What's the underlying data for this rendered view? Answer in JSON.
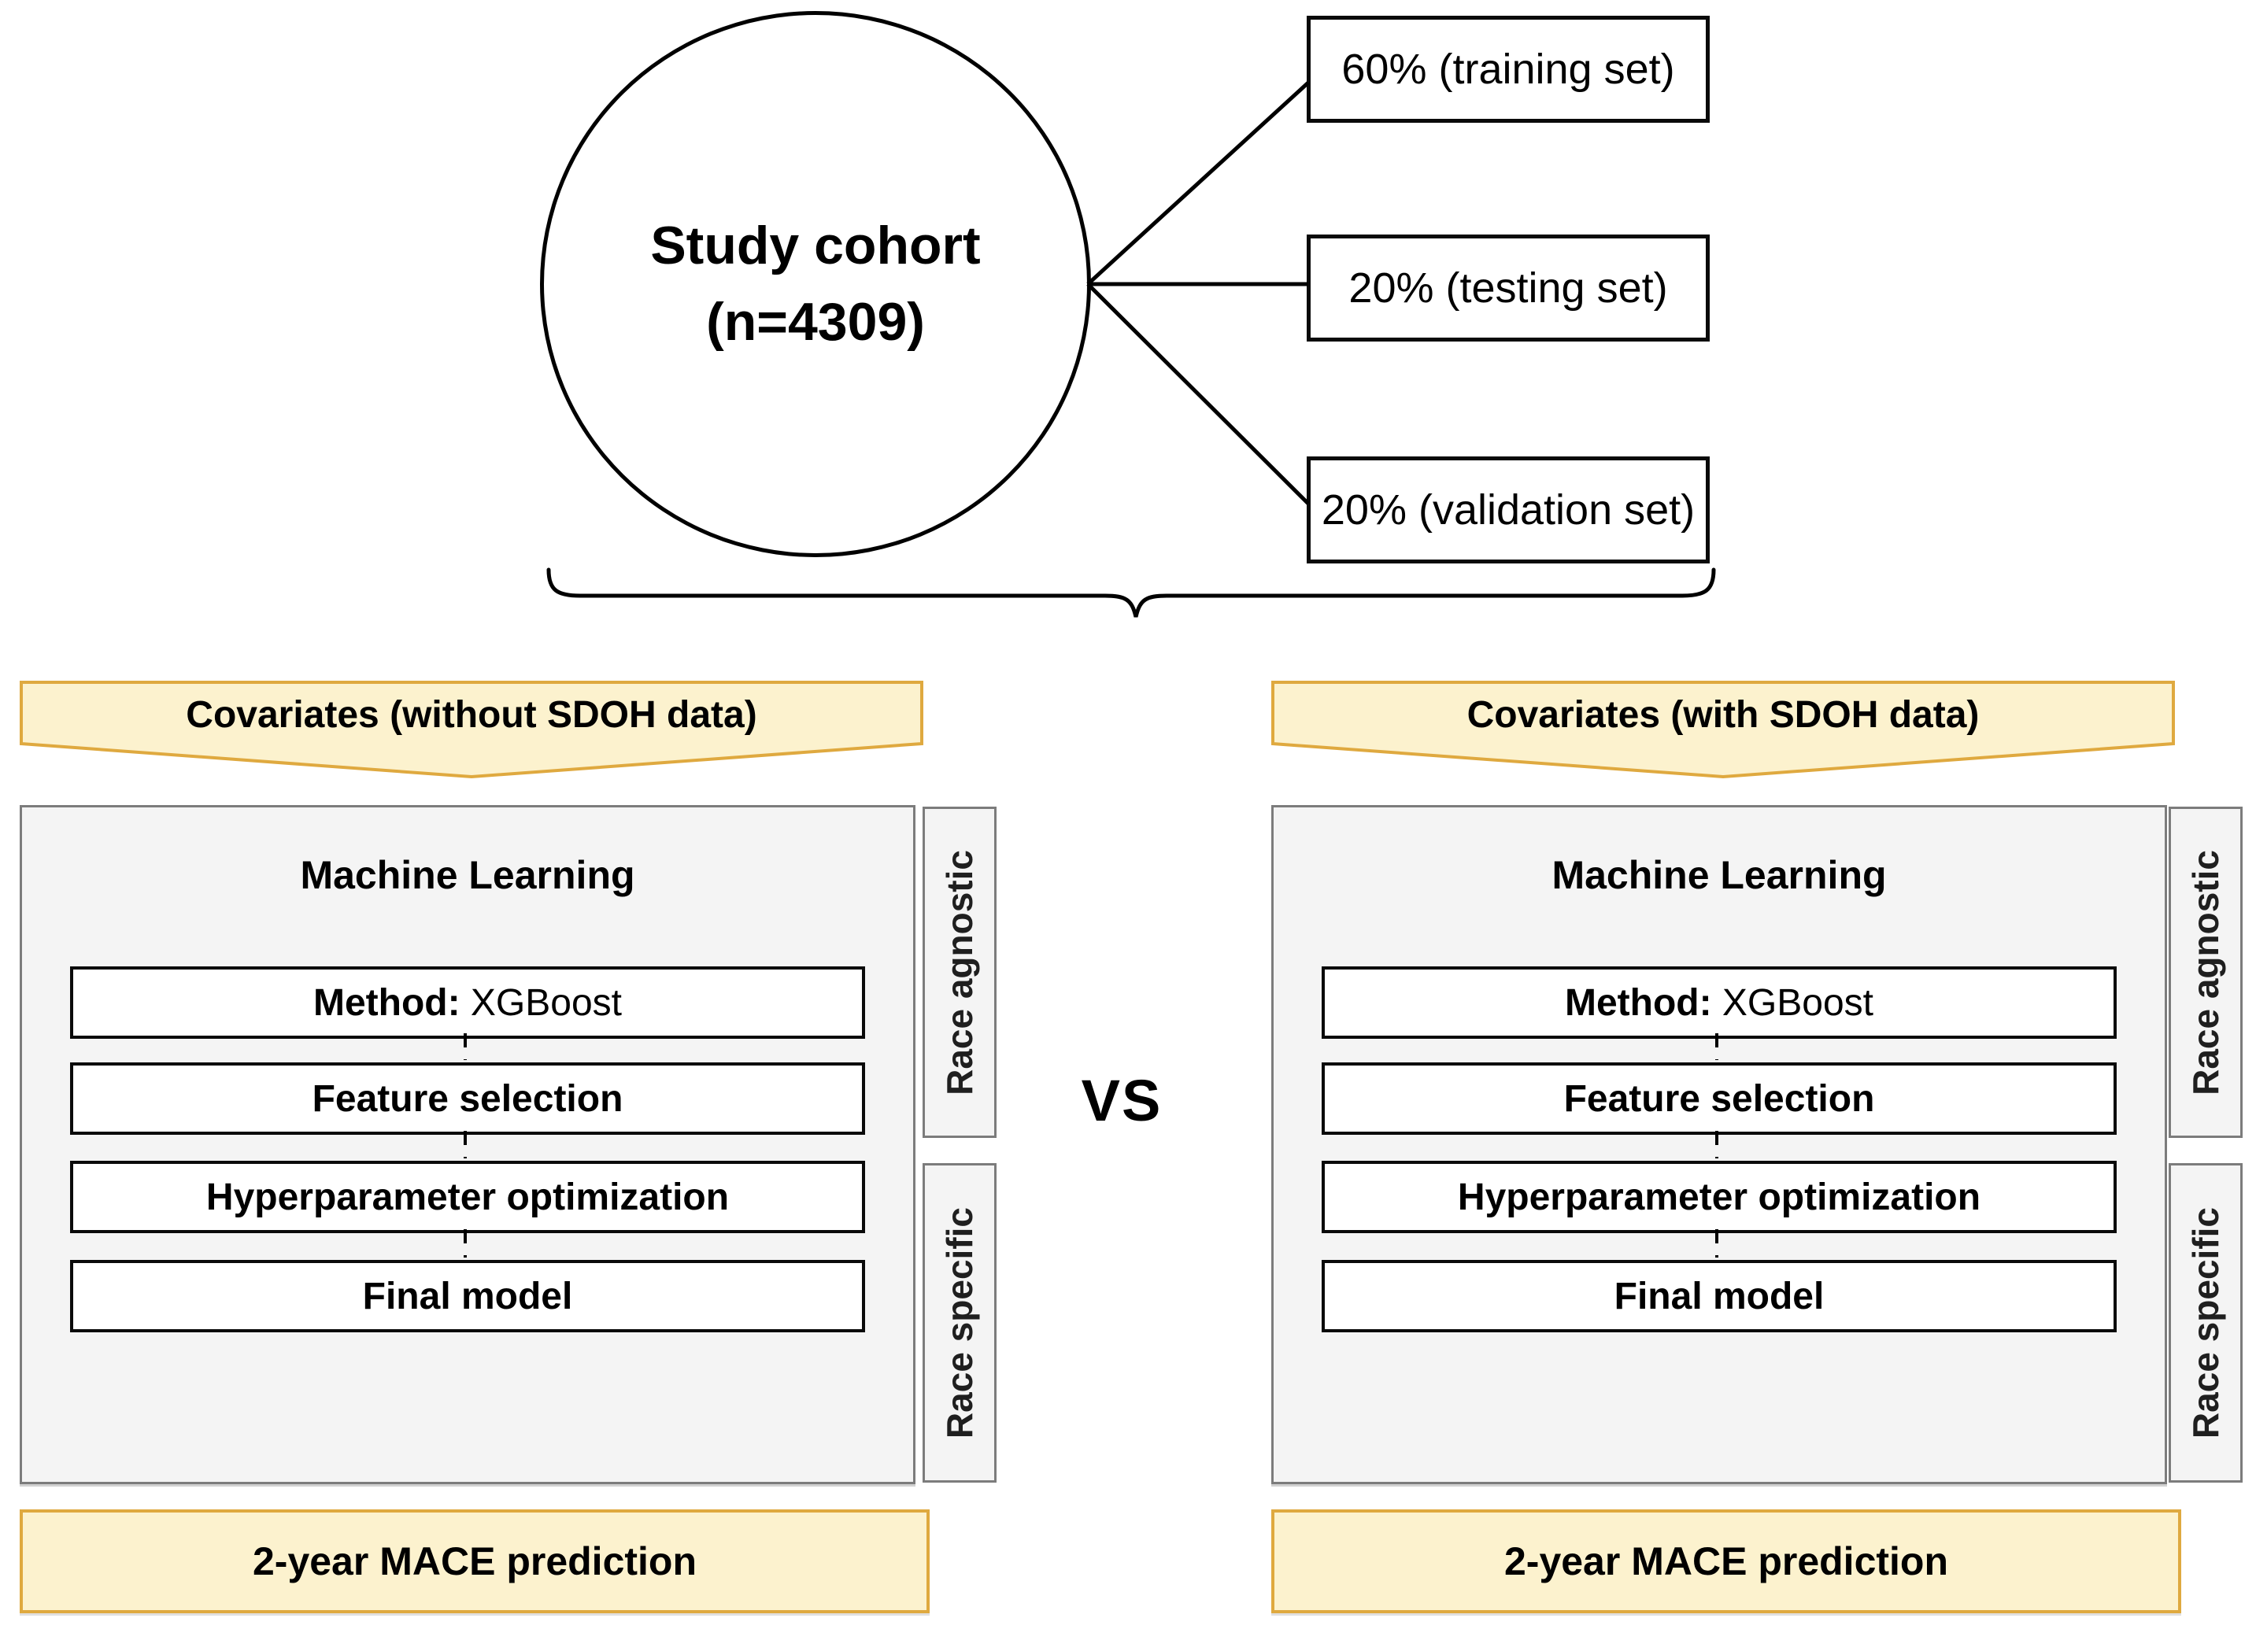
{
  "figure": {
    "cohort": {
      "title_line1": "Study cohort",
      "title_line2": "(n=4309)"
    },
    "splits": [
      {
        "label": "60% (training set)"
      },
      {
        "label": "20% (testing set)"
      },
      {
        "label": "20% (validation set)"
      }
    ],
    "branches": {
      "left": {
        "covariates_label": "Covariates (without SDOH data)",
        "outcome_label": "2-year MACE prediction"
      },
      "right": {
        "covariates_label": "Covariates (with SDOH data)",
        "outcome_label": "2-year MACE prediction"
      }
    },
    "ml_panel": {
      "title": "Machine Learning",
      "steps": [
        {
          "bold": "Method:",
          "regular": " XGBoost"
        },
        {
          "bold": "Feature selection",
          "regular": ""
        },
        {
          "bold": "Hyperparameter optimization",
          "regular": ""
        },
        {
          "bold": "Final model",
          "regular": ""
        }
      ],
      "race_labels": {
        "agnostic": "Race agnostic",
        "specific": "Race specific"
      }
    },
    "comparison": {
      "vs_label": "VS"
    },
    "colors": {
      "cream_fill": "#FCF2CE",
      "gold_border": "#DFA93F",
      "panel_fill": "#F4F4F4",
      "panel_border": "#7C7C7C",
      "line_color": "#000000"
    }
  }
}
